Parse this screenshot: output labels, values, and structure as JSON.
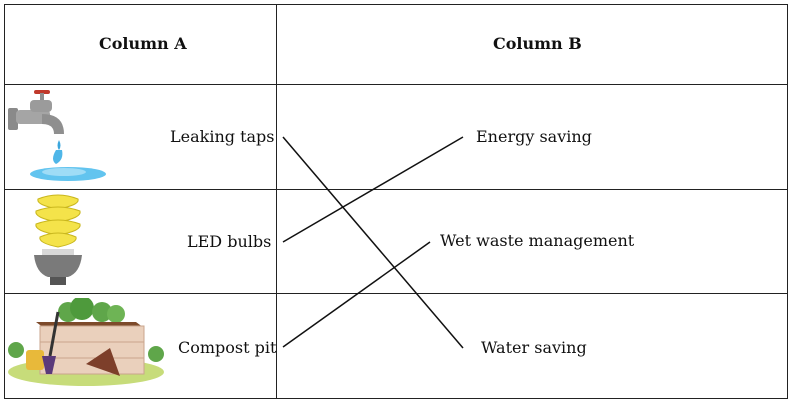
{
  "header": {
    "column_a": "Column A",
    "column_b": "Column B"
  },
  "rows": [
    {
      "a_label": "Leaking taps",
      "a_icon": "leaking-tap-icon",
      "b_label": "Energy saving"
    },
    {
      "a_label": "LED bulbs",
      "a_icon": "led-bulb-icon",
      "b_label": "Wet waste management"
    },
    {
      "a_label": "Compost pit",
      "a_icon": "compost-pit-icon",
      "b_label": "Water saving"
    }
  ],
  "matches": [
    {
      "from": "Leaking taps",
      "to": "Water saving"
    },
    {
      "from": "LED bulbs",
      "to": "Energy saving"
    },
    {
      "from": "Compost pit",
      "to": "Wet waste management"
    }
  ]
}
